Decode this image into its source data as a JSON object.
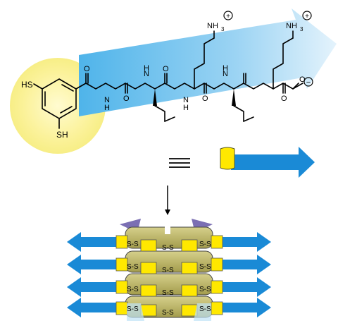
{
  "molecule": {
    "thiol_top": "HS",
    "thiol_bottom": "SH",
    "amines": [
      "H",
      "H",
      "H",
      "H"
    ],
    "oxygens": [
      "O",
      "O",
      "O",
      "O",
      "O",
      "O"
    ],
    "ammonium": [
      "NH",
      "NH"
    ],
    "ammonium_sub": [
      "3",
      "3"
    ],
    "charge_plus": [
      "+",
      "+"
    ],
    "charge_minus": "−"
  },
  "schematic": {
    "equivalence": "≡",
    "down_arrow": "↓"
  },
  "assembly": {
    "disulfide_label": "S-S",
    "rows": 4
  },
  "colors": {
    "glow_yellow": "#fbf5a8",
    "arrow_blue": "#1f8fd8",
    "arrow_light": "#bfe3f7",
    "tab_yellow": "#ffe800",
    "ring_olive": "#b9b362",
    "cap_purple": "#7b6fb3"
  }
}
